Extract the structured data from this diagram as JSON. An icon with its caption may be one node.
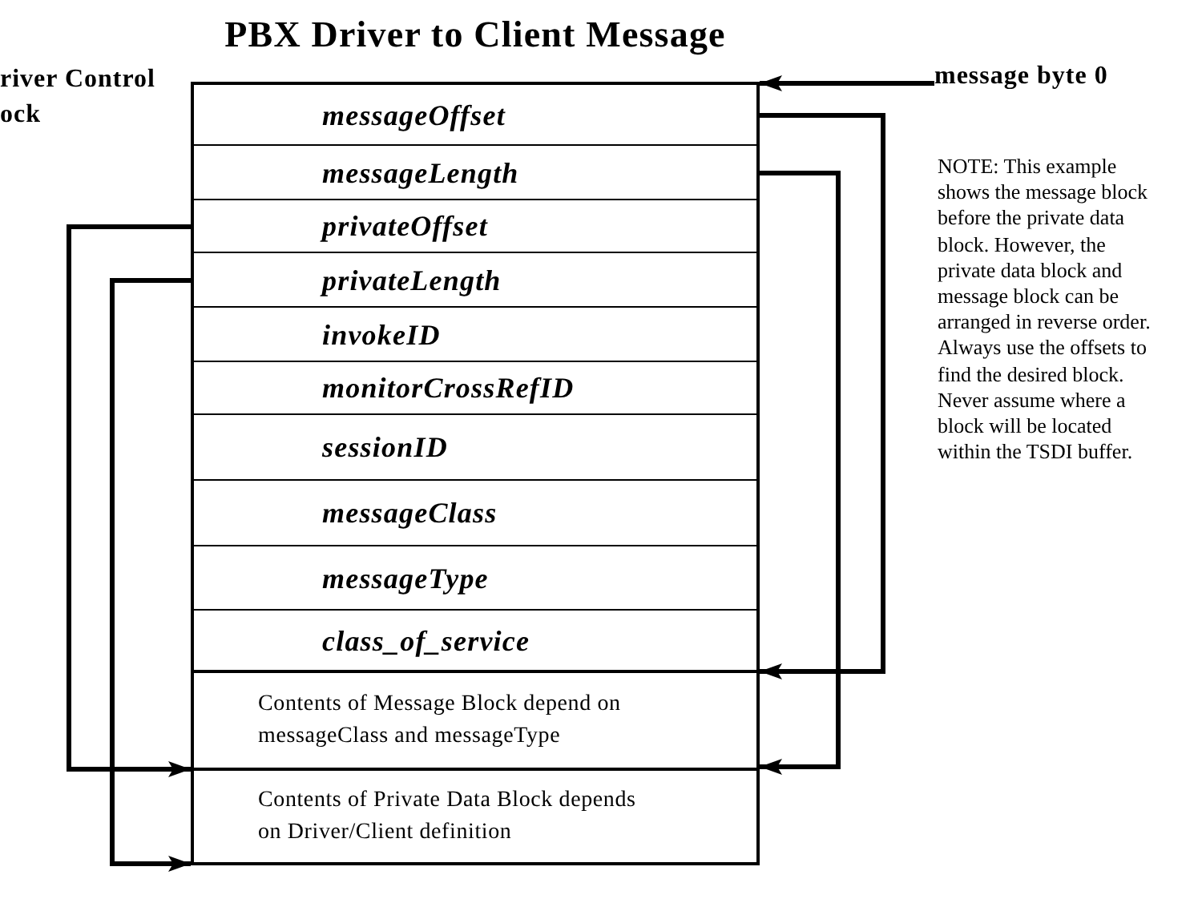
{
  "diagram": {
    "title": "PBX Driver to Client Message",
    "nodes": [
      {
        "text": [
          "message byte 0"
        ]
      },
      {
        "text": [],
        "shape": "box"
      },
      {
        "text": [
          "messageOffset"
        ],
        "in": 1
      },
      {
        "text": [
          "messageLength"
        ],
        "in": 1
      },
      {
        "text": [
          "privateOffset"
        ],
        "in": 1
      },
      {
        "text": [
          "privateLength"
        ],
        "in": 1
      },
      {
        "text": [
          "invokeID"
        ],
        "in": 1
      },
      {
        "text": [
          "monitorCrossRefID"
        ],
        "in": 1
      },
      {
        "text": [
          "sessionID"
        ],
        "in": 1
      },
      {
        "text": [
          "messageClass"
        ],
        "in": 1
      },
      {
        "text": [
          "messageType"
        ],
        "in": 1
      },
      {
        "text": [
          "class_of_service"
        ],
        "in": 1
      },
      {
        "text": [
          "Contents of Message Block depend on messageClass and messageType"
        ],
        "in": 1
      },
      {
        "text": [
          "Contents of Private Data Block depends on Driver/Client definition"
        ],
        "in": 1
      }
    ],
    "edges": [
      {
        "from": 0,
        "to": 1,
        "arrow": "to"
      },
      {
        "from": 2,
        "to": 12,
        "arrow": "to"
      },
      {
        "from": 3,
        "to": 12,
        "arrow": "to"
      },
      {
        "from": 4,
        "to": 13,
        "arrow": "to"
      },
      {
        "from": 5,
        "to": 13,
        "arrow": "to"
      }
    ],
    "labels": [
      "river Control ock",
      "NOTE: This example shows the message block before the private data block. However, the private data block and message block can be arranged in reverse order. Always use the offsets to find the desired block. Never assume where a block will be located within the TSDI buffer."
    ]
  }
}
